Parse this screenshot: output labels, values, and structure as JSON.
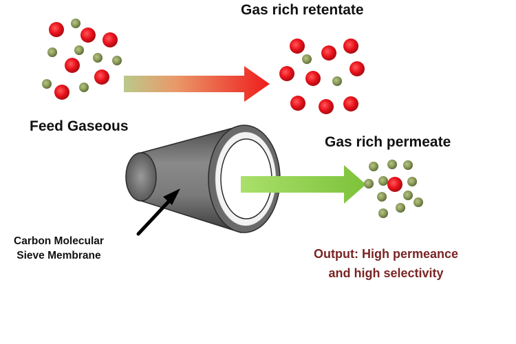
{
  "labels": {
    "retentate": "Gas rich retentate",
    "feed": "Feed Gaseous",
    "permeate": "Gas rich permeate",
    "membrane_line1": "Carbon Molecular",
    "membrane_line2": "Sieve Membrane",
    "output_line1": "Output: High permeance",
    "output_line2": "and high selectivity"
  },
  "colors": {
    "red_molecule": "#e8101a",
    "green_molecule": "#8a9a58",
    "arrow_red": "#ee1c1c",
    "arrow_green": "#8fd14f",
    "output_text": "#7a2424"
  }
}
